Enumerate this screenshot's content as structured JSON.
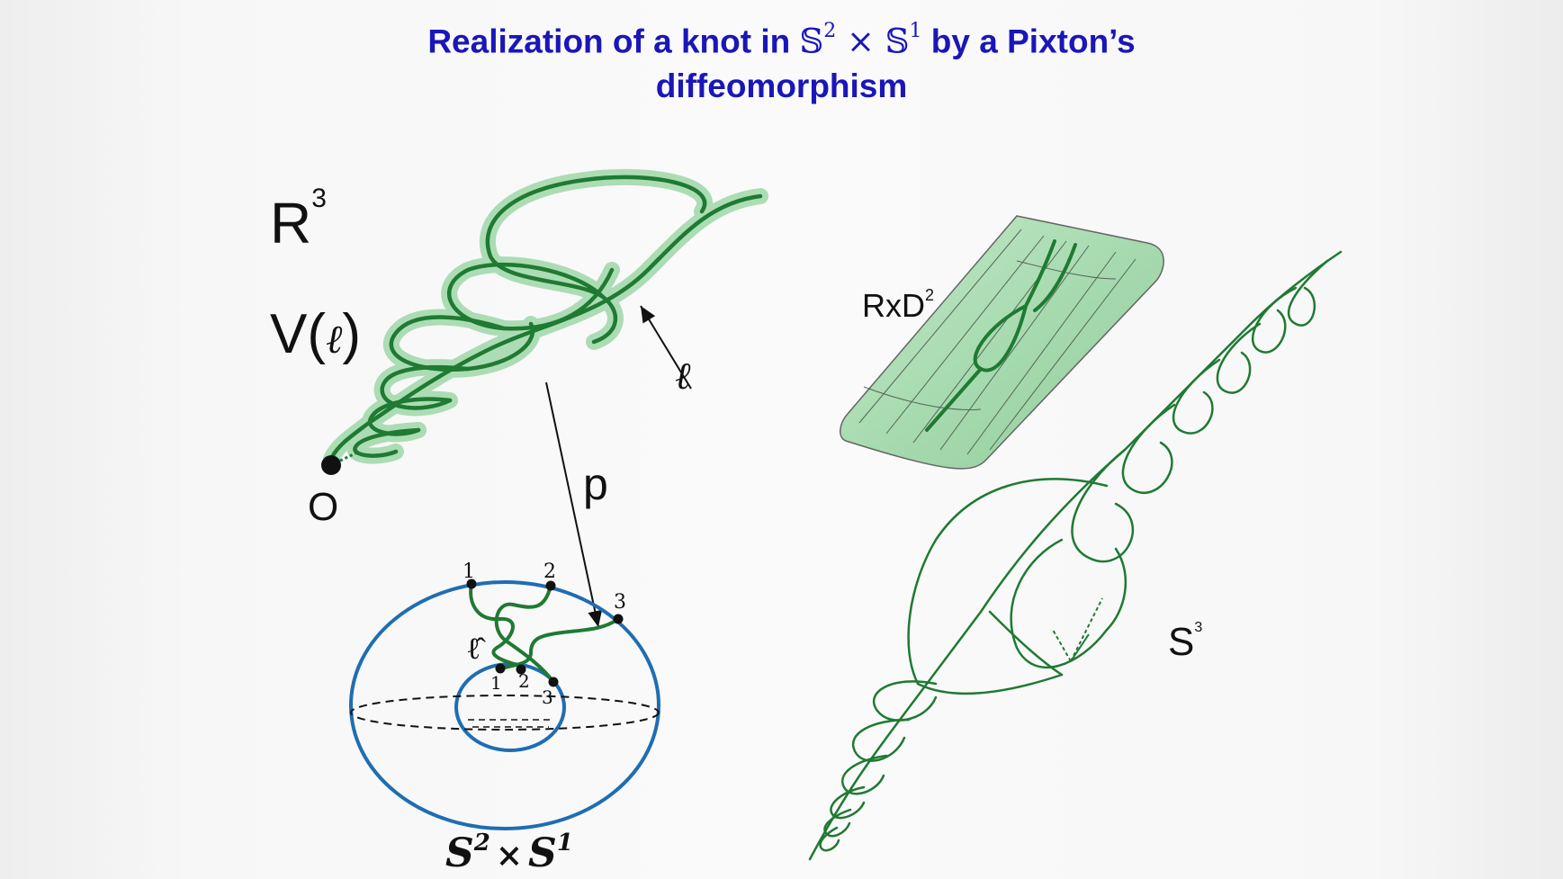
{
  "title": {
    "part1": "Realization of a knot in ",
    "s2": "𝕊",
    "exp2": "2",
    "times": " × ",
    "s1": "𝕊",
    "exp1": "1",
    "part2": " by a Pixton’s",
    "line2": "diffeomorphism"
  },
  "labels": {
    "r3": "R",
    "r3_exp": "3",
    "v": "V(",
    "v_ell": "ℓ",
    "v_close": ")",
    "ell": "ℓ",
    "origin": "O",
    "p": "p",
    "rxd": "RxD",
    "rxd_exp": "2",
    "s3": "S",
    "s3_exp": "3",
    "ell_hat": "ℓ̂",
    "outer_pts": [
      "1",
      "2",
      "3"
    ],
    "inner_pts": [
      "1",
      "2",
      "3"
    ],
    "s2s1": "S",
    "s2s1_exp1": "2",
    "s2s1_times": "×",
    "s2s1_b": "S",
    "s2s1_exp2": "1"
  },
  "colors": {
    "title": "#1a16b8",
    "knot": "#1f7a32",
    "tube": "#9fd8a8",
    "sphere": "#1f6db3"
  }
}
